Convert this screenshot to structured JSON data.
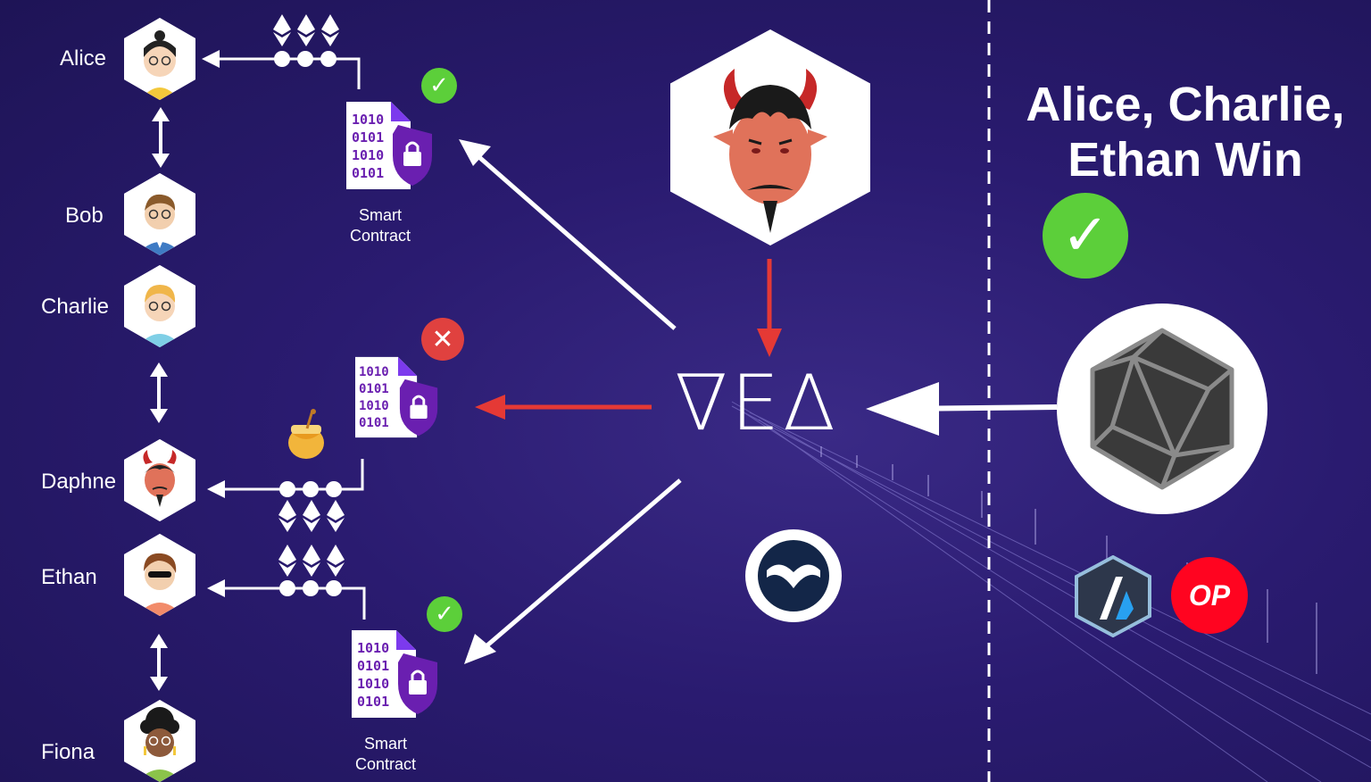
{
  "people": [
    {
      "name": "Alice"
    },
    {
      "name": "Bob"
    },
    {
      "name": "Charlie"
    },
    {
      "name": "Daphne"
    },
    {
      "name": "Ethan"
    },
    {
      "name": "Fiona"
    }
  ],
  "contracts": {
    "binary_lines": [
      "1010",
      "0101",
      "1010",
      "0101"
    ],
    "label_line1": "Smart",
    "label_line2": "Contract"
  },
  "center": {
    "logo_text": "∇EΔ"
  },
  "result": {
    "line1": "Alice, Charlie,",
    "line2": "Ethan Win"
  },
  "chains": {
    "optimism_text": "OP"
  },
  "colors": {
    "background": "#2a1b70",
    "arrow_white": "#ffffff",
    "arrow_red": "#e53935",
    "success_green": "#5ccf3a",
    "fail_red": "#e0413f",
    "contract_purple": "#6a1fb0"
  },
  "icons": [
    "ethereum-icon",
    "check-icon",
    "x-icon",
    "lock-shield-icon",
    "honey-pot-icon",
    "d20-dice-icon",
    "arbitrum-icon",
    "gnosis-owl-icon",
    "devil-icon"
  ]
}
